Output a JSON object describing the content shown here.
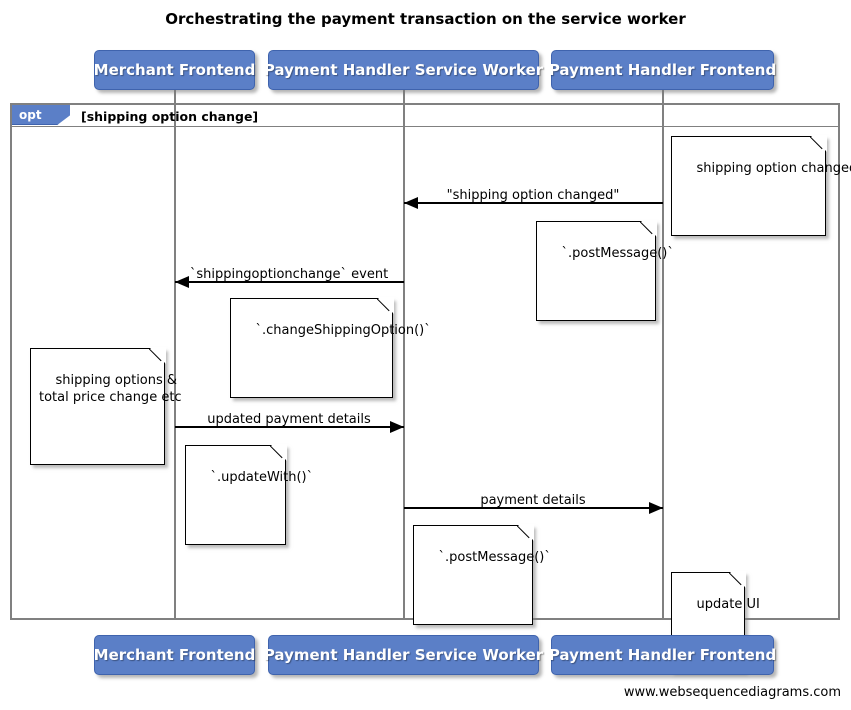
{
  "diagram": {
    "title": "Orchestrating the payment transaction on the service worker",
    "footer": "www.websequencediagrams.com",
    "colors": {
      "participant_fill": "#5b7fc7",
      "participant_border": "#3f63ad",
      "participant_text": "#ffffff",
      "frame_border": "#808080",
      "lifeline": "#808080",
      "message": "#000000",
      "note_fill": "#ffffff",
      "note_border": "#000000",
      "background": "#ffffff"
    }
  },
  "participants": [
    {
      "id": "merchant-frontend",
      "label": "Merchant Frontend"
    },
    {
      "id": "payment-handler-service-worker",
      "label": "Payment Handler Service Worker"
    },
    {
      "id": "payment-handler-frontend",
      "label": "Payment Handler Frontend"
    }
  ],
  "fragment": {
    "type": "opt",
    "tab_label": "opt",
    "condition": "[shipping option change]"
  },
  "messages": [
    {
      "id": "shipping-option-changed",
      "label": "\"shipping option changed\"",
      "from": "payment-handler-frontend",
      "to": "payment-handler-service-worker",
      "direction": "left"
    },
    {
      "id": "shippingoptionchange-event",
      "label": "`shippingoptionchange` event",
      "from": "payment-handler-service-worker",
      "to": "merchant-frontend",
      "direction": "left"
    },
    {
      "id": "updated-payment-details",
      "label": "updated payment details",
      "from": "merchant-frontend",
      "to": "payment-handler-service-worker",
      "direction": "right"
    },
    {
      "id": "payment-details",
      "label": "payment details",
      "from": "payment-handler-service-worker",
      "to": "payment-handler-frontend",
      "direction": "right"
    }
  ],
  "notes": [
    {
      "id": "note-shipping-option-changed",
      "text": "shipping option changed",
      "over": "payment-handler-frontend"
    },
    {
      "id": "note-post-message-1",
      "text": "`.postMessage()`",
      "over": "payment-handler-frontend"
    },
    {
      "id": "note-change-shipping-option",
      "text": "`.changeShippingOption()`",
      "over": "payment-handler-service-worker"
    },
    {
      "id": "note-shipping-options-total-price",
      "text": "shipping options &\ntotal price change etc",
      "over": "merchant-frontend"
    },
    {
      "id": "note-update-with",
      "text": "`.updateWith()`",
      "over": "merchant-frontend"
    },
    {
      "id": "note-post-message-2",
      "text": "`.postMessage()`",
      "over": "payment-handler-service-worker"
    },
    {
      "id": "note-update-ui",
      "text": "update UI",
      "over": "payment-handler-frontend"
    }
  ]
}
